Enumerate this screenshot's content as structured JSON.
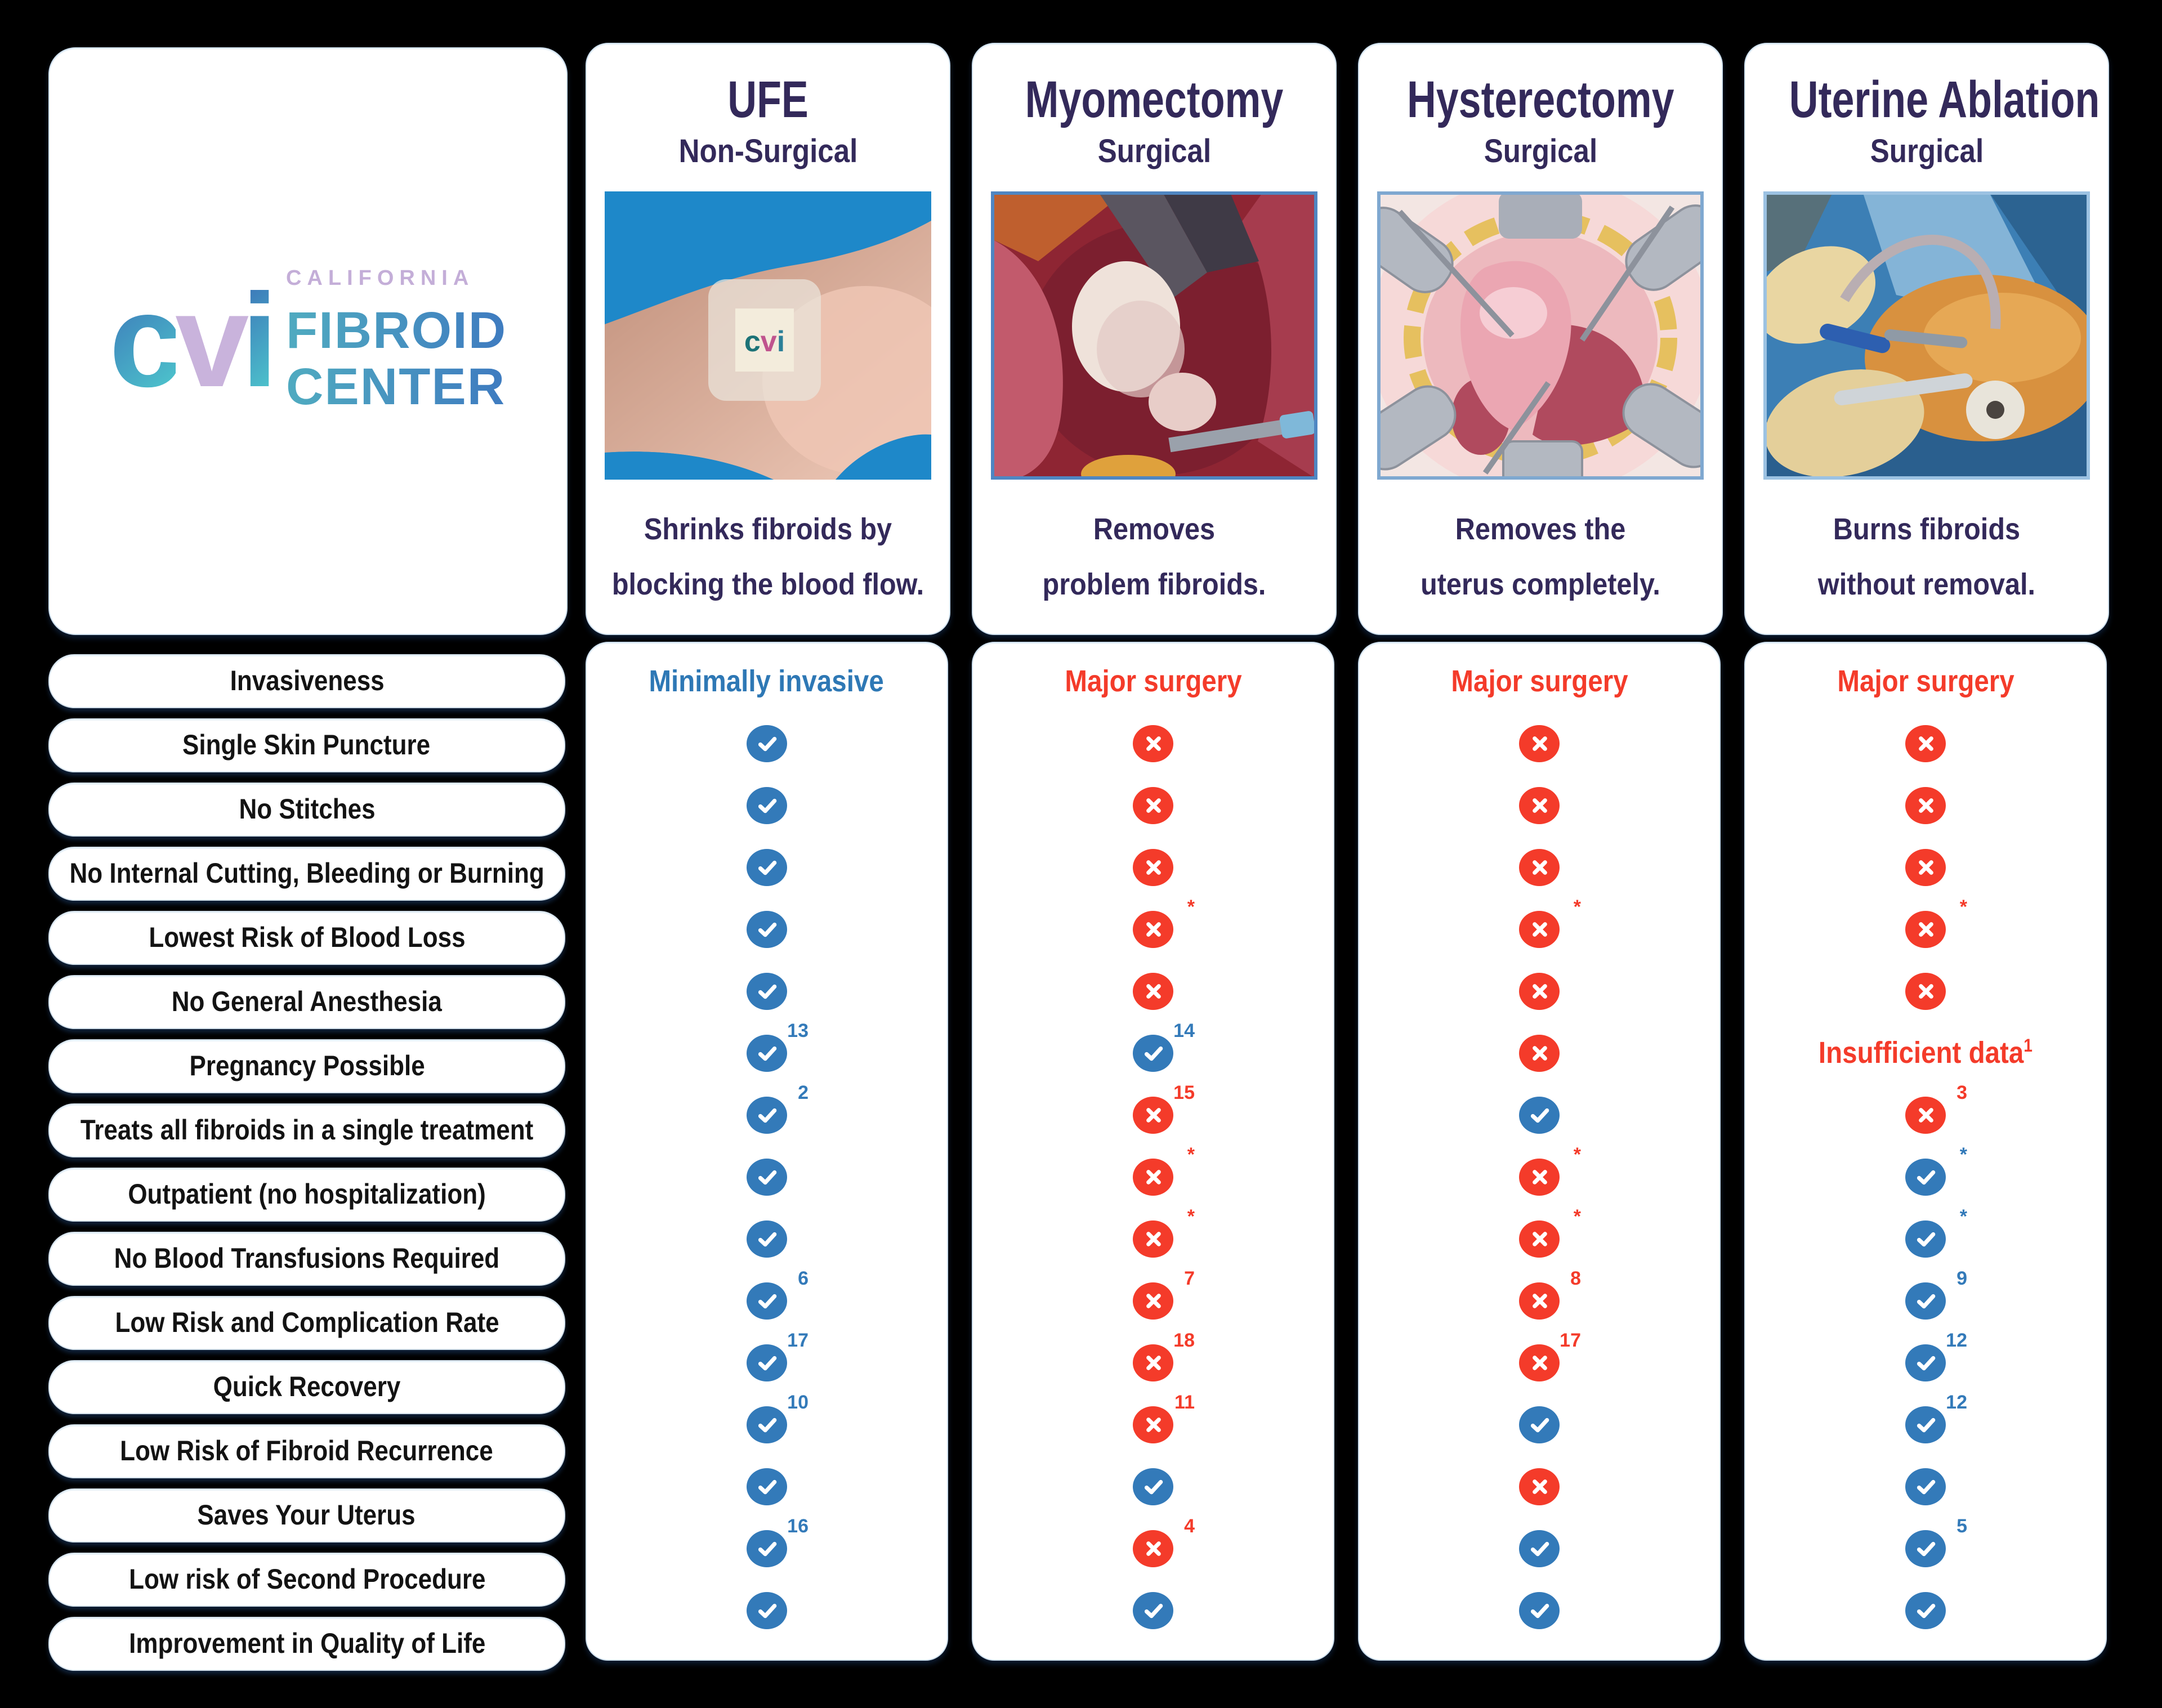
{
  "colors": {
    "background": "#000000",
    "check": "#337ab9",
    "cross": "#f43b2a",
    "accent_blue": "#2e78b5",
    "accent_red": "#f43b2a",
    "heading": "#33295a"
  },
  "logo": {
    "mark": "cvi",
    "small": "CALIFORNIA",
    "line1": "FIBROID",
    "line2": "CENTER"
  },
  "rows": [
    "Invasiveness",
    "Single Skin Puncture",
    "No Stitches",
    "No Internal Cutting, Bleeding or Burning",
    "Lowest Risk of Blood Loss",
    "No General Anesthesia",
    "Pregnancy Possible",
    "Treats all fibroids in a single treatment",
    "Outpatient (no hospitalization)",
    "No Blood Transfusions Required",
    "Low Risk and Complication Rate",
    "Quick Recovery",
    "Low Risk of Fibroid Recurrence",
    "Saves Your Uterus",
    "Low risk of Second Procedure",
    "Improvement in Quality of Life"
  ],
  "columns": [
    {
      "title": "UFE",
      "subtitle": "Non-Surgical",
      "description": "Shrinks fibroids by\nblocking the blood flow.",
      "image": "ufe-wrist-patch-photo",
      "image_label": "cvi",
      "cells": [
        {
          "type": "text",
          "text": "Minimally invasive",
          "color": "#2e78b5"
        },
        {
          "type": "check"
        },
        {
          "type": "check"
        },
        {
          "type": "check"
        },
        {
          "type": "check"
        },
        {
          "type": "check"
        },
        {
          "type": "check",
          "sup": "13"
        },
        {
          "type": "check",
          "sup": "2"
        },
        {
          "type": "check"
        },
        {
          "type": "check"
        },
        {
          "type": "check",
          "sup": "6"
        },
        {
          "type": "check",
          "sup": "17"
        },
        {
          "type": "check",
          "sup": "10"
        },
        {
          "type": "check"
        },
        {
          "type": "check",
          "sup": "16"
        },
        {
          "type": "check"
        }
      ]
    },
    {
      "title": "Myomectomy",
      "subtitle": "Surgical",
      "description": "Removes\nproblem fibroids.",
      "image": "myomectomy-surgery-photo",
      "cells": [
        {
          "type": "text",
          "text": "Major surgery",
          "color": "#f43b2a"
        },
        {
          "type": "cross"
        },
        {
          "type": "cross"
        },
        {
          "type": "cross"
        },
        {
          "type": "cross",
          "sup": "*"
        },
        {
          "type": "cross"
        },
        {
          "type": "check",
          "sup": "14"
        },
        {
          "type": "cross",
          "sup": "15"
        },
        {
          "type": "cross",
          "sup": "*"
        },
        {
          "type": "cross",
          "sup": "*"
        },
        {
          "type": "cross",
          "sup": "7"
        },
        {
          "type": "cross",
          "sup": "18"
        },
        {
          "type": "cross",
          "sup": "11"
        },
        {
          "type": "check"
        },
        {
          "type": "cross",
          "sup": "4"
        },
        {
          "type": "check"
        }
      ]
    },
    {
      "title": "Hysterectomy",
      "subtitle": "Surgical",
      "description": "Removes the\nuterus completely.",
      "image": "hysterectomy-surgery-illustration",
      "cells": [
        {
          "type": "text",
          "text": "Major surgery",
          "color": "#f43b2a"
        },
        {
          "type": "cross"
        },
        {
          "type": "cross"
        },
        {
          "type": "cross"
        },
        {
          "type": "cross",
          "sup": "*"
        },
        {
          "type": "cross"
        },
        {
          "type": "cross"
        },
        {
          "type": "check"
        },
        {
          "type": "cross",
          "sup": "*"
        },
        {
          "type": "cross",
          "sup": "*"
        },
        {
          "type": "cross",
          "sup": "8"
        },
        {
          "type": "cross",
          "sup": "17"
        },
        {
          "type": "check"
        },
        {
          "type": "cross"
        },
        {
          "type": "check"
        },
        {
          "type": "check"
        }
      ]
    },
    {
      "title": "Uterine Ablation",
      "subtitle": "Surgical",
      "description": "Burns fibroids\nwithout removal.",
      "image": "uterine-ablation-surgery-photo",
      "cells": [
        {
          "type": "text",
          "text": "Major surgery",
          "color": "#f43b2a"
        },
        {
          "type": "cross"
        },
        {
          "type": "cross"
        },
        {
          "type": "cross"
        },
        {
          "type": "cross",
          "sup": "*"
        },
        {
          "type": "cross"
        },
        {
          "type": "text",
          "text": "Insufficient data",
          "sup": "1",
          "color": "#f43b2a"
        },
        {
          "type": "cross",
          "sup": "3"
        },
        {
          "type": "check",
          "sup": "*"
        },
        {
          "type": "check",
          "sup": "*"
        },
        {
          "type": "check",
          "sup": "9"
        },
        {
          "type": "check",
          "sup": "12"
        },
        {
          "type": "check",
          "sup": "12"
        },
        {
          "type": "check"
        },
        {
          "type": "check",
          "sup": "5"
        },
        {
          "type": "check"
        }
      ]
    }
  ]
}
